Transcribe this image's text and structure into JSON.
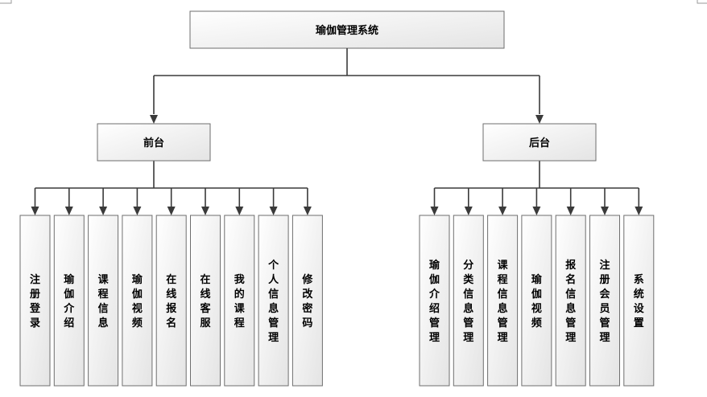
{
  "root": {
    "label": "瑜伽管理系统"
  },
  "branches": [
    {
      "label": "前台",
      "children": [
        "注册登录",
        "瑜伽介绍",
        "课程信息",
        "瑜伽视频",
        "在线报名",
        "在线客服",
        "我的课程",
        "个人信息管理",
        "修改密码"
      ]
    },
    {
      "label": "后台",
      "children": [
        "瑜伽介绍管理",
        "分类信息管理",
        "课程信息管理",
        "瑜伽视频",
        "报名信息管理",
        "注册会员管理",
        "系统设置"
      ]
    }
  ],
  "colors": {
    "line": "#3a3a3a",
    "box_border": "#6e6e6e",
    "box_fill_top": "#ffffff",
    "box_fill_bottom": "#e6e6e6"
  }
}
